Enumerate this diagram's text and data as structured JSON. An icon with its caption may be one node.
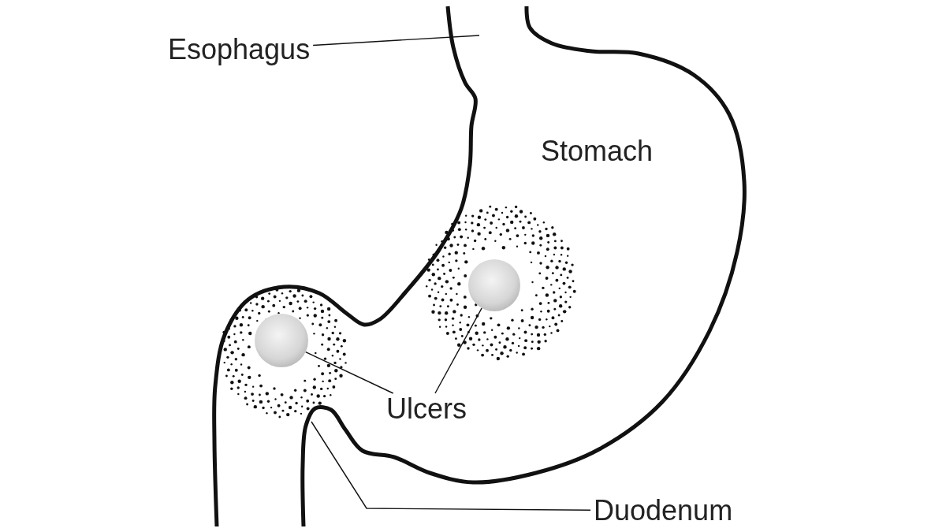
{
  "diagram": {
    "nodes": [
      {
        "text": [
          "Esophagus"
        ]
      },
      {
        "text": [
          "Ulcers"
        ]
      },
      {
        "text": [],
        "shape": "circle"
      },
      {
        "text": [],
        "shape": "circle"
      },
      {
        "text": [
          "Duodenum"
        ]
      }
    ],
    "edges": [
      {
        "from": 0,
        "to": null,
        "arrow": "none"
      },
      {
        "from": 1,
        "to": 2,
        "arrow": "none"
      },
      {
        "from": 1,
        "to": 3,
        "arrow": "none"
      },
      {
        "from": 4,
        "to": null,
        "arrow": "none"
      }
    ],
    "labels": [
      "Stomach"
    ]
  }
}
